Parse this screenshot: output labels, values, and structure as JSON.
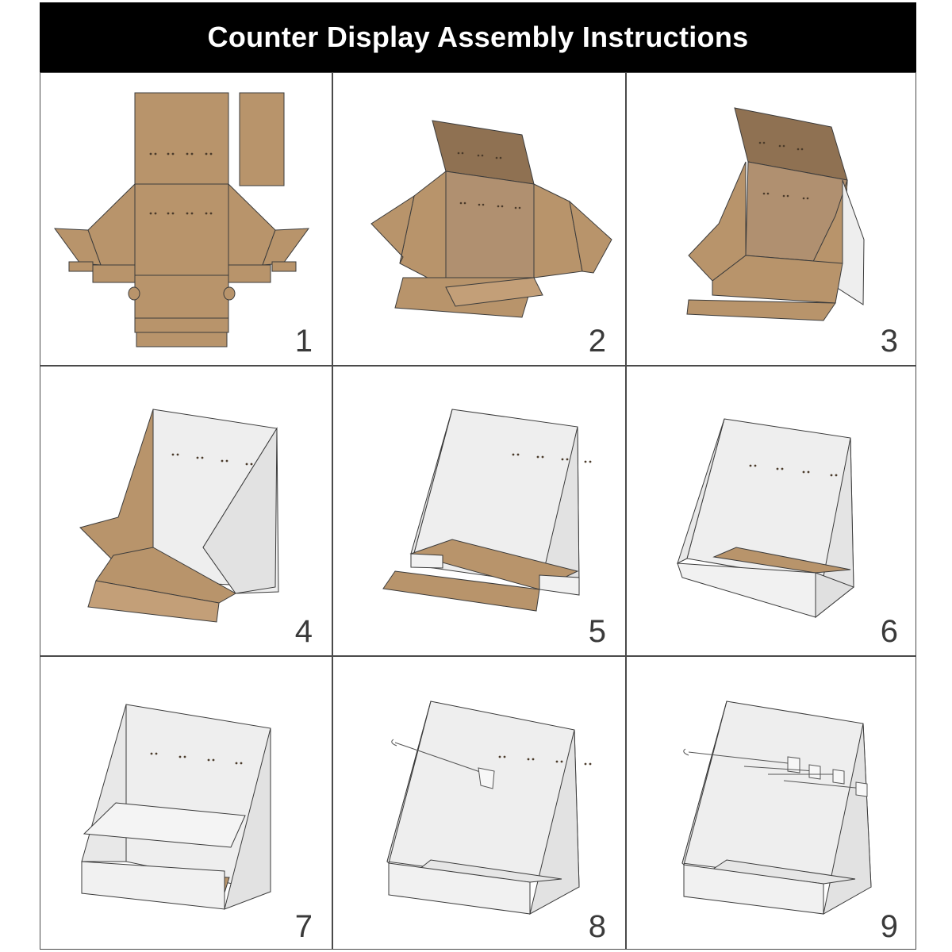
{
  "title": "Counter Display Assembly Instructions",
  "steps": [
    {
      "number": "1"
    },
    {
      "number": "2"
    },
    {
      "number": "3"
    },
    {
      "number": "4"
    },
    {
      "number": "5"
    },
    {
      "number": "6"
    },
    {
      "number": "7"
    },
    {
      "number": "8"
    },
    {
      "number": "9"
    }
  ],
  "colors": {
    "kraft": "#b8946b",
    "kraft_dark": "#8f7152",
    "white_board": "#f1f1f1",
    "outline": "#3b3b3b",
    "header_bg": "#000000",
    "header_text": "#ffffff"
  },
  "icons": [
    "flat-dieline",
    "folding-back-panel",
    "folding-side-wall",
    "side-walls-up",
    "tray-forming",
    "tray-formed",
    "shelf-insert",
    "single-peg-hook",
    "multiple-peg-hooks"
  ]
}
